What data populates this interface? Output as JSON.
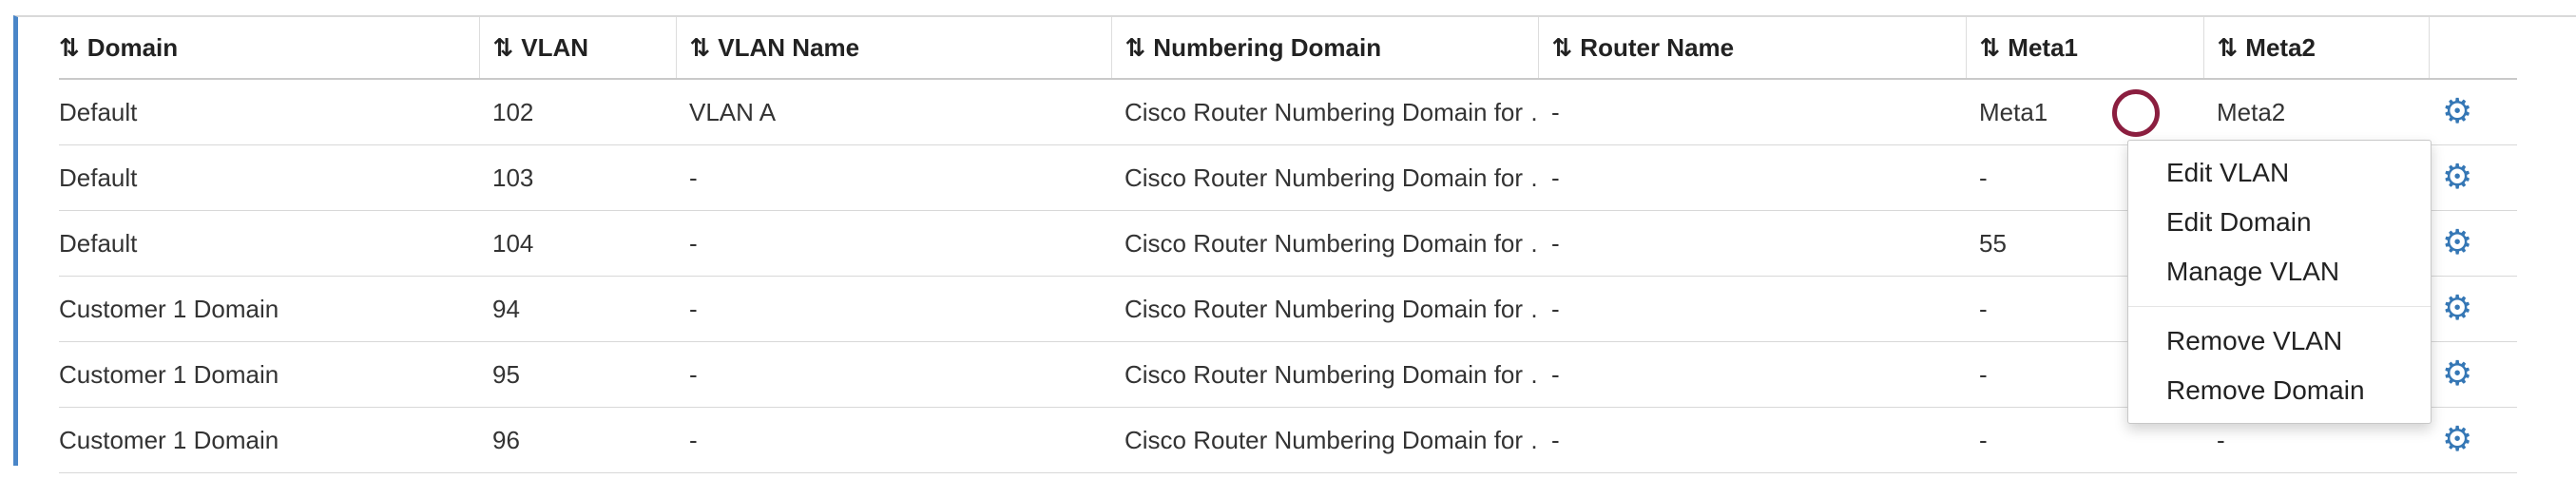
{
  "colors": {
    "accent_blue": "#4a86c8",
    "gear_blue": "#3577b5",
    "annotation_red": "#8b1e3f",
    "row_border": "#d8d8d8",
    "header_border": "#c9c9c9"
  },
  "icons": {
    "sort": "⇅",
    "gear": "⚙"
  },
  "table": {
    "columns": [
      "Domain",
      "VLAN",
      "VLAN Name",
      "Numbering Domain",
      "Router Name",
      "Meta1",
      "Meta2"
    ],
    "rows": [
      {
        "domain": "Default",
        "vlan": "102",
        "vlan_name": "VLAN A",
        "numbering_domain": "Cisco Router Numbering Domain for …",
        "router_name": "-",
        "meta1": "Meta1",
        "meta2": "Meta2"
      },
      {
        "domain": "Default",
        "vlan": "103",
        "vlan_name": "-",
        "numbering_domain": "Cisco Router Numbering Domain for …",
        "router_name": "-",
        "meta1": "-",
        "meta2": ""
      },
      {
        "domain": "Default",
        "vlan": "104",
        "vlan_name": "-",
        "numbering_domain": "Cisco Router Numbering Domain for …",
        "router_name": "-",
        "meta1": "55",
        "meta2": ""
      },
      {
        "domain": "Customer 1 Domain",
        "vlan": "94",
        "vlan_name": "-",
        "numbering_domain": "Cisco Router Numbering Domain for …",
        "router_name": "-",
        "meta1": "-",
        "meta2": ""
      },
      {
        "domain": "Customer 1 Domain",
        "vlan": "95",
        "vlan_name": "-",
        "numbering_domain": "Cisco Router Numbering Domain for …",
        "router_name": "-",
        "meta1": "-",
        "meta2": ""
      },
      {
        "domain": "Customer 1 Domain",
        "vlan": "96",
        "vlan_name": "-",
        "numbering_domain": "Cisco Router Numbering Domain for …",
        "router_name": "-",
        "meta1": "-",
        "meta2": "-"
      }
    ]
  },
  "context_menu": {
    "groups": [
      {
        "items": [
          "Edit VLAN",
          "Edit Domain",
          "Manage VLAN"
        ]
      },
      {
        "items": [
          "Remove VLAN",
          "Remove Domain"
        ]
      }
    ]
  }
}
